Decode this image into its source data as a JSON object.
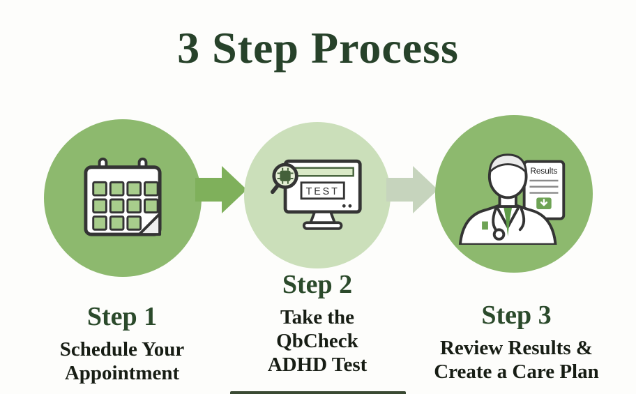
{
  "title": "3 Step Process",
  "steps": [
    {
      "label": "Step 1",
      "lines": [
        "Schedule Your",
        "Appointment"
      ],
      "icon": "calendar-icon"
    },
    {
      "label": "Step 2",
      "lines": [
        "Take the",
        "QbCheck",
        "ADHD Test"
      ],
      "icon": "qbcheck-test-monitor-icon",
      "screen_text": "TEST"
    },
    {
      "label": "Step 3",
      "lines": [
        "Review Results &",
        "Create a Care Plan"
      ],
      "icon": "doctor-results-icon",
      "document_text": "Results"
    }
  ],
  "colors": {
    "title_text": "#27422a",
    "step_label_text": "#2b4a2b",
    "description_text": "#171d14",
    "circle_green": "#8db96e",
    "circle_light_green": "#cbdfba",
    "arrow_green": "#7fb05b",
    "arrow_light_green": "#c6d4bd",
    "icon_outline": "#343434",
    "icon_green_fill": "#a8cd8c",
    "tie_green": "#5f9c49",
    "download_green": "#6ea355"
  }
}
